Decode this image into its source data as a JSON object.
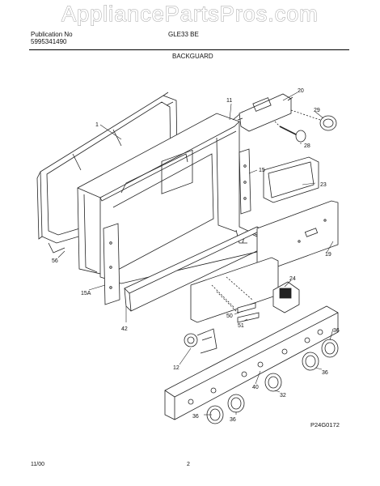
{
  "header": {
    "publication_line1": "Publication No",
    "publication_line2": "5995341490",
    "model": "GLE33 BE",
    "section": "BACKGUARD"
  },
  "watermark": "AppliancePartsPros.com",
  "callouts": {
    "c1": "1",
    "c11": "11",
    "c20": "20",
    "c29": "29",
    "c28": "28",
    "c15": "15",
    "c23": "23",
    "c19": "19",
    "c24": "24",
    "c50": "50",
    "c51": "51",
    "c56": "56",
    "c15a": "15A",
    "c42": "42",
    "c12": "12",
    "c36a": "36",
    "c36b": "36",
    "c40": "40",
    "c32": "32",
    "c36c": "36",
    "c36d": "36"
  },
  "figure_code": "P24G0172",
  "footer": {
    "date": "11/00",
    "page": "2"
  }
}
